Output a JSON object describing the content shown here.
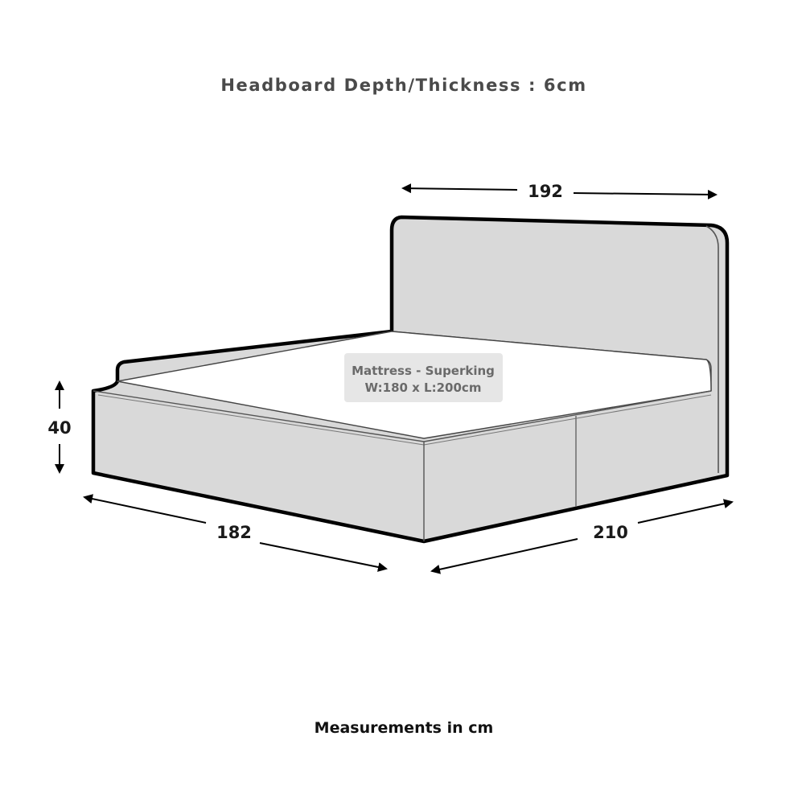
{
  "header": {
    "text": "Headboard Depth/Thickness : 6cm"
  },
  "dimensions": {
    "headboard_width": "192",
    "height": "40",
    "width": "182",
    "length": "210"
  },
  "mattress_label": {
    "line1": "Mattress - Superking",
    "line2": "W:180 x L:200cm"
  },
  "footer": {
    "text": "Measurements in cm"
  },
  "colors": {
    "bed_fill": "#d9d9d9",
    "outline": "#000000",
    "label_box": "#e6e6e6"
  }
}
